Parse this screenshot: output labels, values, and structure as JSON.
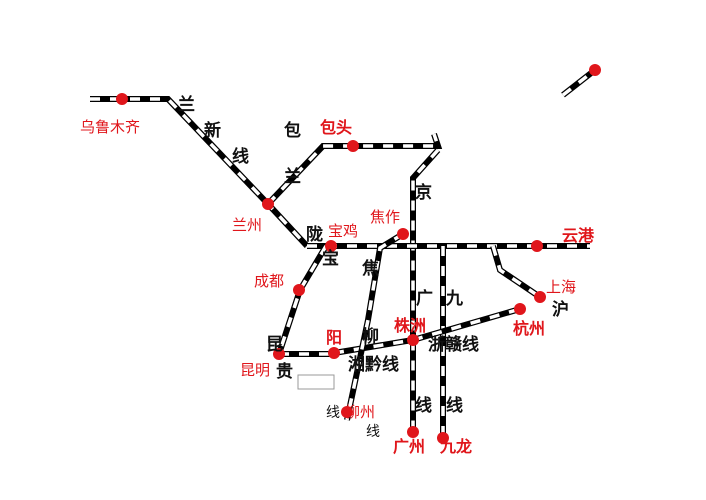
{
  "colors": {
    "rail_dark": "#000000",
    "city": "#e0161b",
    "label": "#111111"
  },
  "cities": [
    {
      "name": "乌鲁木齐",
      "bold": false
    },
    {
      "name": "兰州",
      "bold": false
    },
    {
      "name": "包头",
      "bold": false
    },
    {
      "name": "宝鸡",
      "bold": false
    },
    {
      "name": "焦作",
      "bold": false
    },
    {
      "name": "云港",
      "bold": true
    },
    {
      "name": "成都",
      "bold": false
    },
    {
      "name": "上海",
      "bold": false
    },
    {
      "name": "杭州",
      "bold": true
    },
    {
      "name": "株洲",
      "bold": true
    },
    {
      "name": "阳",
      "bold": true
    },
    {
      "name": "昆明",
      "bold": false
    },
    {
      "name": "柳州",
      "bold": false
    },
    {
      "name": "广州",
      "bold": true
    },
    {
      "name": "九龙",
      "bold": true
    }
  ],
  "line_labels": [
    "兰",
    "新",
    "线",
    "包",
    "兰",
    "京",
    "陇",
    "宝",
    "焦",
    "广",
    "九",
    "沪",
    "昆",
    "柳",
    "浙赣线",
    "湘黔线",
    "贵",
    "线",
    "线",
    "线",
    "线"
  ]
}
